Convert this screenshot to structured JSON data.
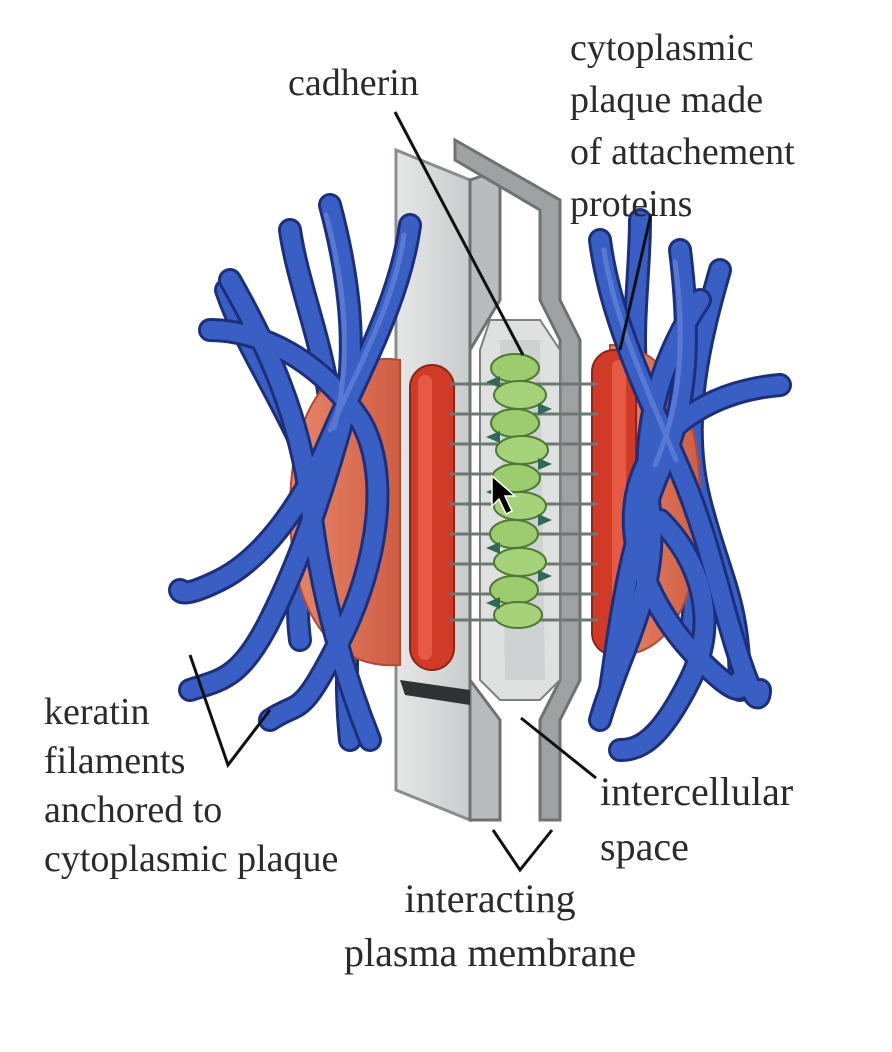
{
  "labels": {
    "cadherin": "cadherin",
    "plaque": [
      "cytoplasmic",
      "plaque made",
      "of attachement",
      "proteins"
    ],
    "keratin": [
      "keratin",
      "filaments",
      "anchored to",
      "cytoplasmic plaque"
    ],
    "intercellular_space": [
      "intercellular",
      "space"
    ],
    "membrane": [
      "interacting",
      "plasma membrane"
    ]
  },
  "colors": {
    "keratin_filament": "#3a5fc4",
    "plaque_outer": "#e27a5a",
    "plaque_inner": "#d23a28",
    "membrane_sheet": "#d7d9d9",
    "membrane_edge": "#7d7f80",
    "cadherin": "#9ccc6e",
    "link_fiber": "#6b7772",
    "leader_line": "#111111"
  },
  "icons": {
    "cursor": "arrow-cursor-icon"
  },
  "counts": {
    "cadherin_pairs": 9
  }
}
